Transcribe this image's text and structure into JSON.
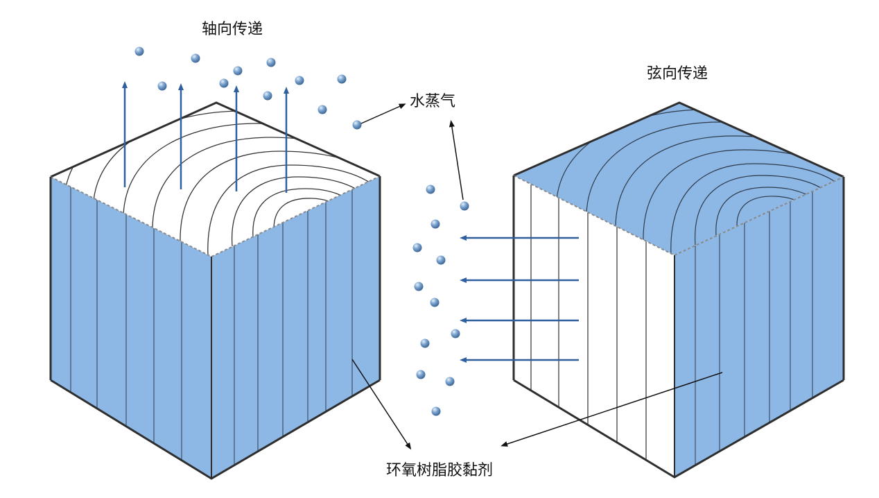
{
  "labels": {
    "axial": "轴向传递",
    "tangential": "弦向传递",
    "vapor": "水蒸气",
    "adhesive": "环氧树脂胶黏剂"
  },
  "colors": {
    "wood_blue": "#8db8e6",
    "arrow_blue": "#2f5f9e",
    "edge": "#2e2e2e",
    "ring_line": "#333333"
  }
}
